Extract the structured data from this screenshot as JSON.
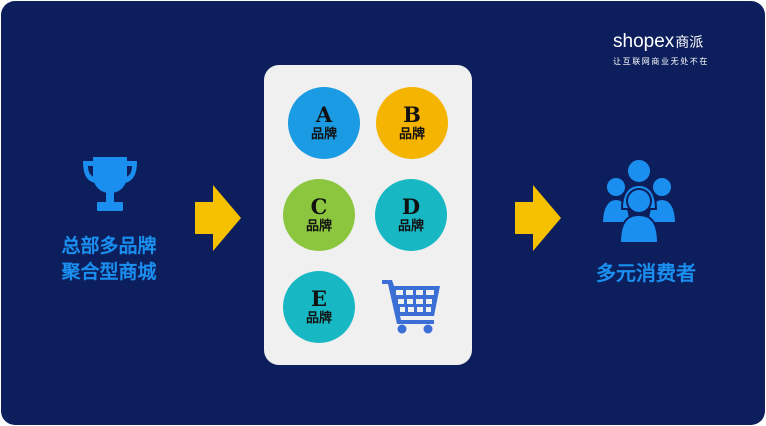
{
  "logo": {
    "brand": "shopex",
    "brand_cn": "商派",
    "slogan": "让互联网商业无处不在"
  },
  "left": {
    "line1": "总部多品牌",
    "line2": "聚合型商城",
    "icon": "trophy-icon"
  },
  "right": {
    "label": "多元消费者",
    "icon": "people-group-icon"
  },
  "brands": [
    {
      "letter": "A",
      "word": "品牌",
      "color": "#1b9be3"
    },
    {
      "letter": "B",
      "word": "品牌",
      "color": "#f5b400"
    },
    {
      "letter": "C",
      "word": "品牌",
      "color": "#8cc63f"
    },
    {
      "letter": "D",
      "word": "品牌",
      "color": "#17b8c4"
    },
    {
      "letter": "E",
      "word": "品牌",
      "color": "#17b8c4"
    }
  ],
  "cart_icon": "shopping-cart-icon",
  "colors": {
    "background": "#0c1f5c",
    "accent": "#1b8ff0",
    "arrow": "#f5c000",
    "panel": "#f0f0f0"
  }
}
